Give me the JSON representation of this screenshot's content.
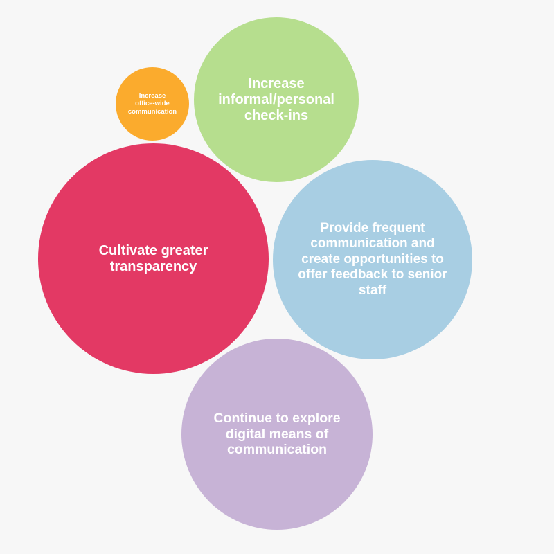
{
  "bubbles": [
    {
      "id": "b-office",
      "label": "Increase\noffice-wide\ncommunication",
      "color": "#fbab2d"
    },
    {
      "id": "b-checkins",
      "label": "Increase\ninformal/personal\ncheck-ins",
      "color": "#b6de8e"
    },
    {
      "id": "b-transparency",
      "label": "Cultivate greater\ntransparency",
      "color": "#e33964"
    },
    {
      "id": "b-feedback",
      "label": "Provide frequent\ncommunication and\ncreate opportunities to\noffer feedback to senior\nstaff",
      "color": "#a8cee3"
    },
    {
      "id": "b-digital",
      "label": "Continue to explore\ndigital means of\ncommunication",
      "color": "#c7b3d6"
    }
  ]
}
